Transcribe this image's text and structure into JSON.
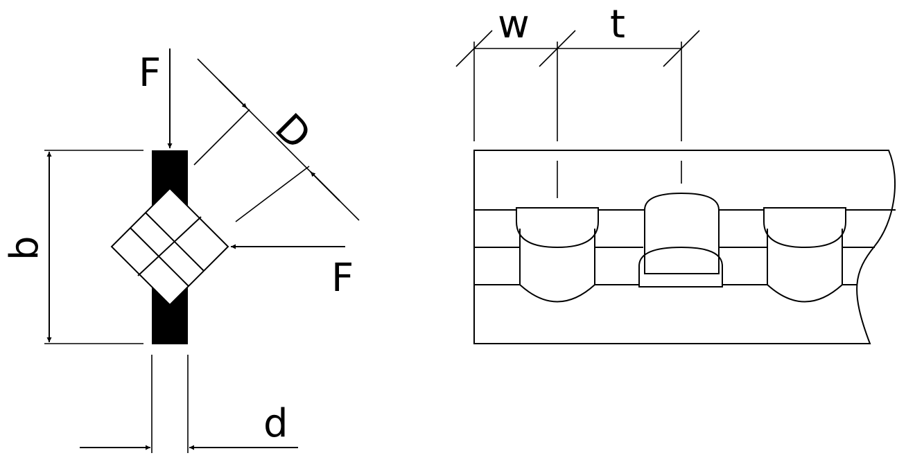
{
  "labels": {
    "force_top": "F",
    "force_right": "F",
    "diameter": "D",
    "height": "b",
    "thickness": "d",
    "width": "w",
    "pitch": "t"
  },
  "colors": {
    "line": "#000000",
    "background": "#ffffff"
  }
}
